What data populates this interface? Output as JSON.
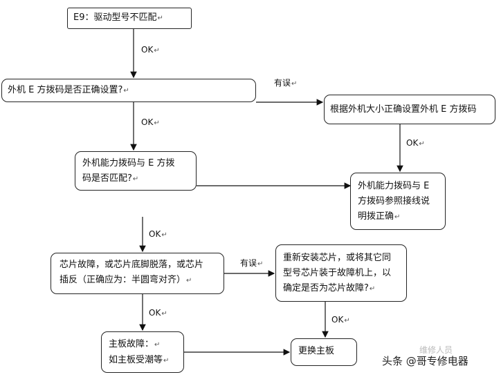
{
  "nodes": {
    "e9": "E9：驱动型号不匹配",
    "dip_correct": "外机 E 方拨码是否正确设置?",
    "set_dip": "根据外机大小正确设置外机 E 方拨码",
    "cap_match": [
      "外机能力拨码与  E  方拨",
      "码是否匹配?"
    ],
    "cap_ref": [
      "外机能力拨码与  E",
      "方拨码参照接线说",
      "明拨正确"
    ],
    "chip_fault": [
      "芯片故障，或芯片底脚脱落，或芯片",
      "插反（正确应为：半圆弯对齐）"
    ],
    "reinstall": [
      "重新安装芯片，或将其它同",
      "型号芯片装于故障机上，以",
      "确定是否为芯片故障?"
    ],
    "board_fault": [
      "主板故障：",
      "如主板受潮等"
    ],
    "replace": "更换主板"
  },
  "edge_labels": {
    "ok1": "OK",
    "wrong1": "有误",
    "ok2": "OK",
    "ok3": "OK",
    "ok4": "OK",
    "wrong2": "有误",
    "ok5": "OK",
    "ok6": "OK"
  },
  "return_mark": "↵",
  "watermark": "头条 @哥专修电器",
  "watermark_faint": "维修人员"
}
